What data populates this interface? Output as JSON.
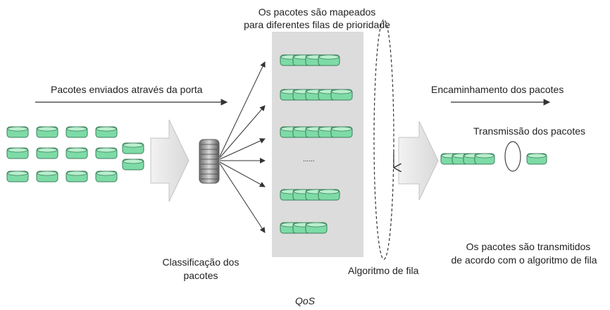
{
  "labels": {
    "mapped_line1": "Os pacotes são mapeados",
    "mapped_line2": "para diferentes filas de prioridade",
    "sent_through_port": "Pacotes enviados através da porta",
    "forwarding": "Encaminhamento dos pacotes",
    "transmission": "Transmissão dos pacotes",
    "ellipsis": "......",
    "classification_line1": "Classificação dos",
    "classification_line2": "pacotes",
    "queue_algorithm": "Algoritmo de fila",
    "transmitted_line1": "Os pacotes são transmitidos",
    "transmitted_line2": "de acordo com o algoritmo de fila",
    "caption": "QoS"
  },
  "colors": {
    "packet_fill": "#7ddba6",
    "packet_stroke": "#3d7d5c",
    "queue_panel": "#dcdcdc",
    "big_arrow": "#ececec"
  }
}
